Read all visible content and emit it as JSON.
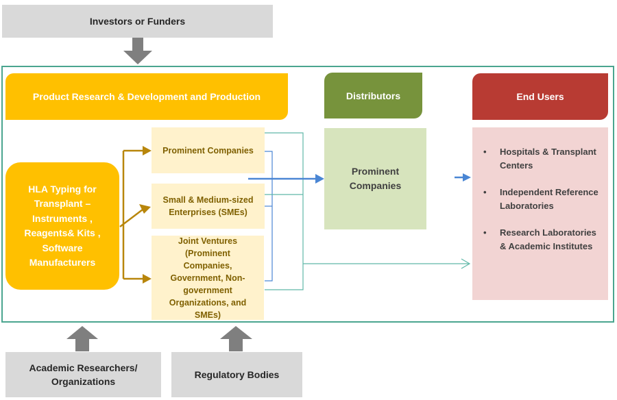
{
  "diagram": {
    "investors": "Investors or Funders",
    "manufacturing_header": "Product Research & Development and Production",
    "distributors_header": "Distributors",
    "end_users_header": "End Users",
    "hla_box": "HLA Typing for Transplant – Instruments , Reagents& Kits , Software Manufacturers",
    "manufacturers": [
      "Prominent Companies",
      "Small & Medium-sized Enterprises (SMEs)",
      "Joint Ventures (Prominent Companies, Government, Non-government Organizations, and SMEs)"
    ],
    "distributor_box": "Prominent Companies",
    "end_users": [
      "Hospitals & Transplant Centers",
      "Independent Reference Laboratories",
      "Research Laboratories & Academic Institutes"
    ],
    "bullet_glyph": "•",
    "academic": "Academic Researchers/ Organizations",
    "regulatory": "Regulatory Bodies"
  },
  "colors": {
    "frame": "#4aa58f",
    "yellow": "#ffc000",
    "olive": "#77933c",
    "red": "#b83b33",
    "cream": "#fff2cc",
    "light_green": "#d7e4bd",
    "pink": "#f2d4d3",
    "gray_box": "#d9d9d9",
    "gray_arrow": "#7f7f7f",
    "gold_arrow": "#b8860b",
    "blue_arrow": "#4a86d4",
    "teal_line": "#5fb8a8"
  }
}
